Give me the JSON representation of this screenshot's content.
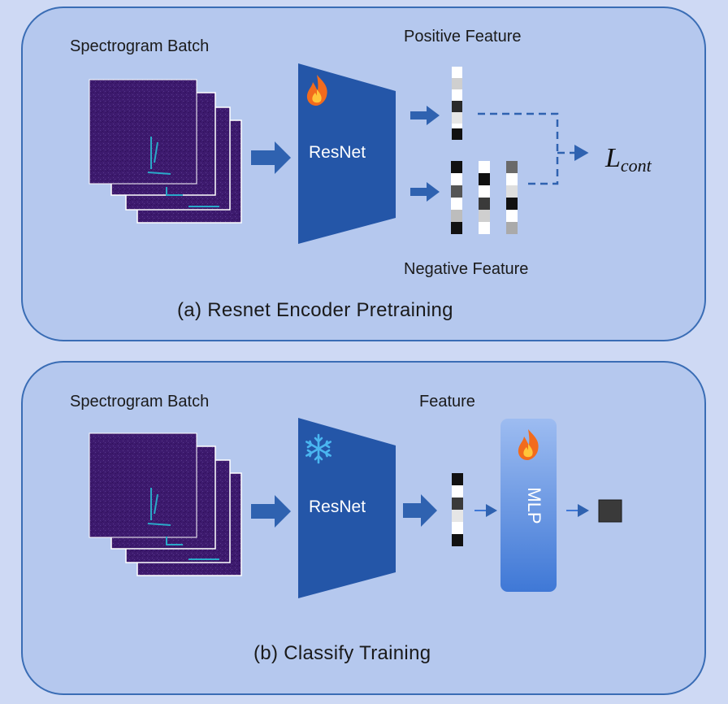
{
  "panel_a": {
    "input_label": "Spectrogram Batch",
    "encoder_label": "ResNet",
    "positive_label": "Positive Feature",
    "negative_label": "Negative Feature",
    "loss_symbol": "L",
    "loss_subscript": "cont",
    "caption": "(a)  Resnet Encoder Pretraining",
    "encoder_state_icon": "fire-icon"
  },
  "panel_b": {
    "input_label": "Spectrogram Batch",
    "encoder_label": "ResNet",
    "feature_label": "Feature",
    "mlp_label": "MLP",
    "caption": "(b)  Classify Training",
    "encoder_state_icon": "snowflake-icon",
    "mlp_state_icon": "fire-icon"
  },
  "colors": {
    "background": "#ced9f4",
    "panel_fill": "#b5c8ee",
    "panel_border": "#3a6db5",
    "encoder": "#2456a8",
    "arrow": "#2f62b0",
    "spectrogram": "#3d1a6e",
    "mlp": "#5a8ee0"
  }
}
